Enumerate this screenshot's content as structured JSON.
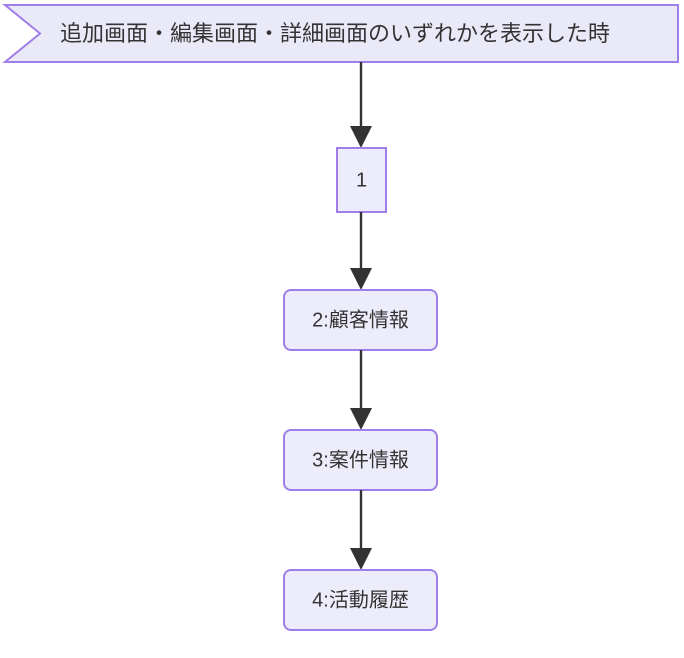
{
  "diagram": {
    "type": "flowchart",
    "direction": "top-to-bottom",
    "background_color": "#ffffff",
    "node_fill_color": "#ececfb",
    "node_border_color": "#9f7ee8",
    "edge_color": "#333333",
    "text_color": "#333333",
    "banner": {
      "label": "追加画面・編集画面・詳細画面のいずれかを表示した時",
      "shape": "chevron-banner"
    },
    "nodes": [
      {
        "id": "1",
        "label": "1",
        "shape": "rectangle"
      },
      {
        "id": "2",
        "label": "2:顧客情報",
        "shape": "rounded-rectangle"
      },
      {
        "id": "3",
        "label": "3:案件情報",
        "shape": "rounded-rectangle"
      },
      {
        "id": "4",
        "label": "4:活動履歴",
        "shape": "rounded-rectangle"
      }
    ],
    "edges": [
      {
        "from": "banner",
        "to": "1",
        "style": "solid-arrow"
      },
      {
        "from": "1",
        "to": "2",
        "style": "solid-arrow"
      },
      {
        "from": "2",
        "to": "3",
        "style": "solid-arrow"
      },
      {
        "from": "3",
        "to": "4",
        "style": "solid-arrow"
      }
    ]
  }
}
